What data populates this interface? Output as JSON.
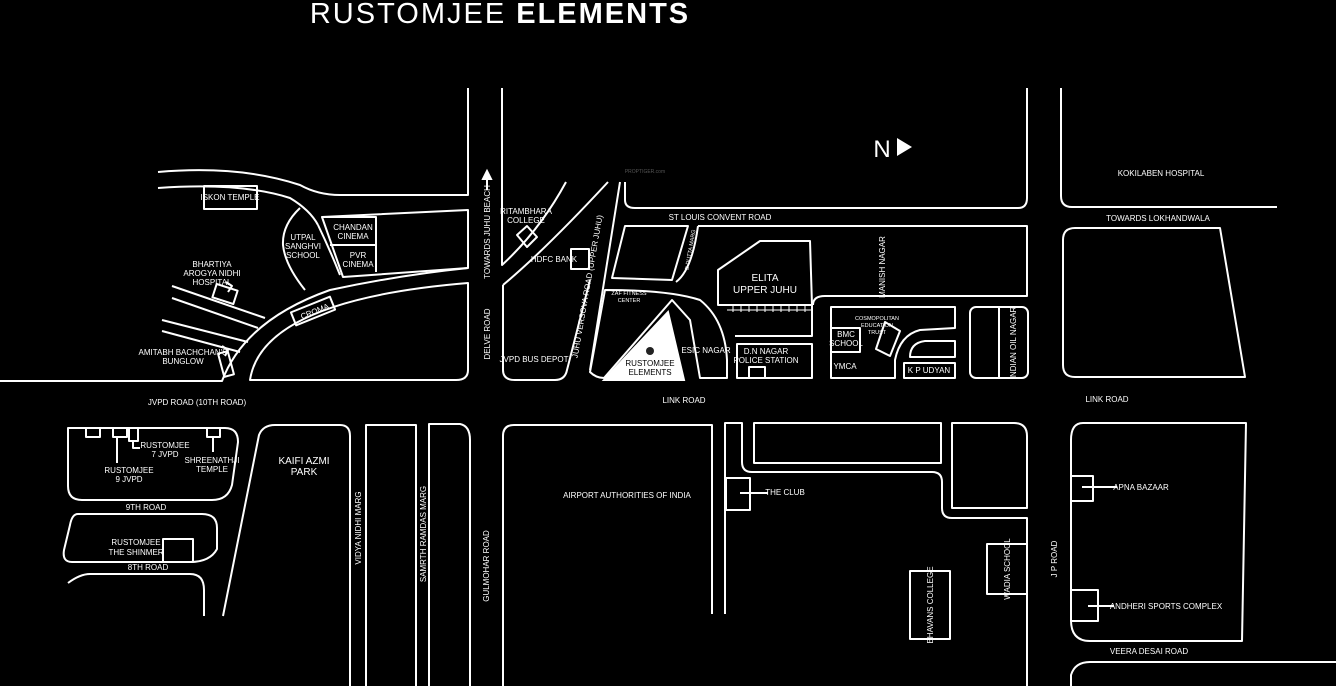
{
  "title": {
    "light": "RUSTOMJEE",
    "bold": "ELEMENTS"
  },
  "north_label": "N",
  "watermark": "PROPTIGER.com",
  "colors": {
    "background": "#000000",
    "lines": "#ffffff",
    "project_marker": "#ffffff"
  },
  "labels": {
    "iskon_temple": "ISKON TEMPLE",
    "chandan_1": "CHANDAN",
    "chandan_2": "CINEMA",
    "pvr_1": "PVR",
    "pvr_2": "CINEMA",
    "utpal_1": "UTPAL",
    "utpal_2": "SANGHVI",
    "utpal_3": "SCHOOL",
    "bhartiya_1": "BHARTIYA",
    "bhartiya_2": "AROGYA NIDHI",
    "bhartiya_3": "HOSPITAL",
    "croma": "CROMA",
    "amitabh_1": "AMITABH BACHCHAN'S",
    "amitabh_2": "BUNGLOW",
    "towards_juhu_beach": "TOWARDS JUHU BEACH",
    "delve_road": "DELVE ROAD",
    "ritambhara_1": "RITAMBHARA",
    "ritambhara_2": "COLLEGE",
    "hdfc_bank": "HDFC BANK",
    "jvpd_bus_depot": "JVPD BUS DEPOT",
    "juhu_versova_road": "JUHU VERSOVA ROAD (UPPER JUHU)",
    "st_louis_road": "ST LOUIS CONVENT ROAD",
    "dutta_marg": "B DUTTA MARG",
    "zaf_1": "ZAF FITNESS",
    "zaf_2": "CENTER",
    "project_1": "RUSTOMJEE",
    "project_2": "ELEMENTS",
    "esic_nagar": "ESIC NAGAR",
    "elita_1": "ELITA",
    "elita_2": "UPPER JUHU",
    "dn_nagar_1": "D.N NAGAR",
    "dn_nagar_2": "POLICE STATION",
    "manish_nagar": "MANISH NAGAR",
    "cosmo_1": "COSMOPOLITAN",
    "cosmo_2": "EDUCATION",
    "cosmo_3": "TRUST",
    "bmc_1": "BMC",
    "bmc_2": "SCHOOL",
    "ymca": "YMCA",
    "kp_udyan": "K P UDYAN",
    "indian_oil_nagar": "INDIAN OIL NAGAR",
    "kokilaben": "KOKILABEN HOSPITAL",
    "towards_lokhandwala": "TOWARDS LOKHANDWALA",
    "jvpd_road": "JVPD ROAD (10TH ROAD)",
    "link_road_1": "LINK ROAD",
    "link_road_2": "LINK ROAD",
    "rustomjee_7_1": "RUSTOMJEE",
    "rustomjee_7_2": "7 JVPD",
    "rustomjee_9_1": "RUSTOMJEE",
    "rustomjee_9_2": "9 JVPD",
    "shreenathji_1": "SHREENATHJI",
    "shreenathji_2": "TEMPLE",
    "ninth_road": "9TH ROAD",
    "shinmer_1": "RUSTOMJEE",
    "shinmer_2": "THE SHINMER",
    "eighth_road": "8TH ROAD",
    "kaifi_1": "KAIFI AZMI",
    "kaifi_2": "PARK",
    "vidya_nidhi_marg": "VIDYA NIDHI MARG",
    "samrth_ramdas_marg": "SAMRTH RAMDAS MARG",
    "gulmohar_road": "GULMOHAR ROAD",
    "airport_authorities": "AIRPORT AUTHORITIES OF INDIA",
    "the_club": "THE CLUB",
    "bhavans_college": "BHAVANS COLLEGE",
    "wadia_school": "WADIA SCHOOL",
    "jp_road": "J P ROAD",
    "apna_bazaar": "APNA BAZAAR",
    "andheri_sports": "ANDHERI SPORTS COMPLEX",
    "veera_desai_road": "VEERA DESAI ROAD"
  }
}
